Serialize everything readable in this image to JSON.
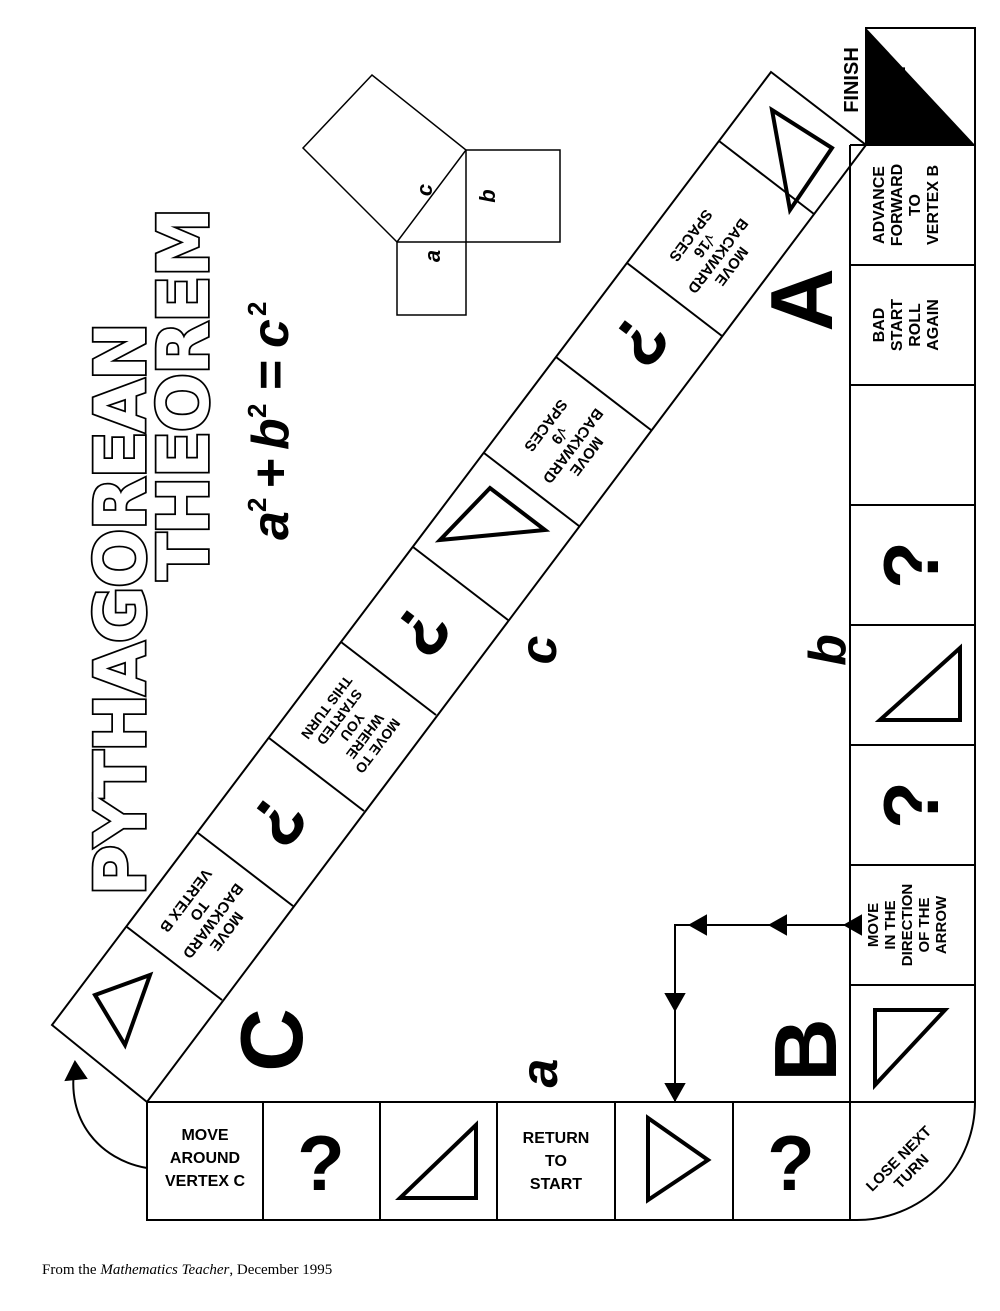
{
  "title": {
    "line1": "PYTHAGOREAN",
    "line2": "THEOREM"
  },
  "formula": {
    "a": "a",
    "b": "b",
    "c": "c",
    "exp": "2",
    "plus": "+",
    "equals": "="
  },
  "diagram": {
    "label_a": "a",
    "label_b": "b",
    "label_c": "c"
  },
  "vertices": {
    "A": "A",
    "B": "B",
    "C": "C"
  },
  "side_labels": {
    "a": "a",
    "b": "b",
    "c": "c"
  },
  "corner": {
    "start": "START",
    "finish": "FINISH"
  },
  "right_column": {
    "advance": [
      "ADVANCE",
      "FORWARD",
      "TO",
      "VERTEX B"
    ],
    "bad_start": [
      "BAD",
      "START",
      "ROLL",
      "AGAIN"
    ],
    "move_arrow": [
      "MOVE",
      "IN THE",
      "DIRECTION",
      "OF THE",
      "ARROW"
    ],
    "lose_next_turn": [
      "LOSE NEXT",
      "TURN"
    ],
    "question": "?"
  },
  "bottom_row": {
    "move_around": [
      "MOVE",
      "AROUND",
      "VERTEX C"
    ],
    "return_start": [
      "RETURN",
      "TO",
      "START"
    ],
    "question": "?"
  },
  "hypotenuse": {
    "move_back_16": [
      "MOVE",
      "BACKWARD",
      "√16",
      "SPACES"
    ],
    "move_back_9": [
      "MOVE",
      "BACKWARD",
      "√9",
      "SPACES"
    ],
    "move_to_start": [
      "MOVE TO",
      "WHERE",
      "YOU",
      "STARTED",
      "THIS TURN"
    ],
    "move_back_b": [
      "MOVE",
      "BACKWARD",
      "TO",
      "VERTEX B"
    ],
    "question": "?"
  },
  "credit": {
    "prefix": "From the ",
    "journal": "Mathematics Teacher",
    "suffix": ", December 1995"
  }
}
